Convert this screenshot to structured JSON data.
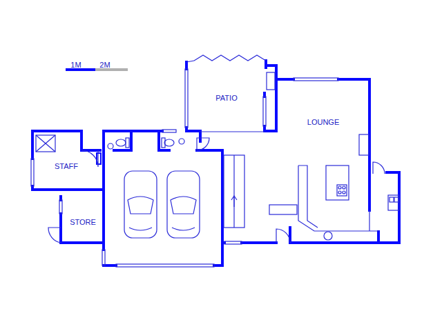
{
  "diagram": {
    "labels": [
      "1M",
      "2M",
      "PATIO",
      "LOUNGE",
      "STAFF",
      "STORE"
    ]
  }
}
